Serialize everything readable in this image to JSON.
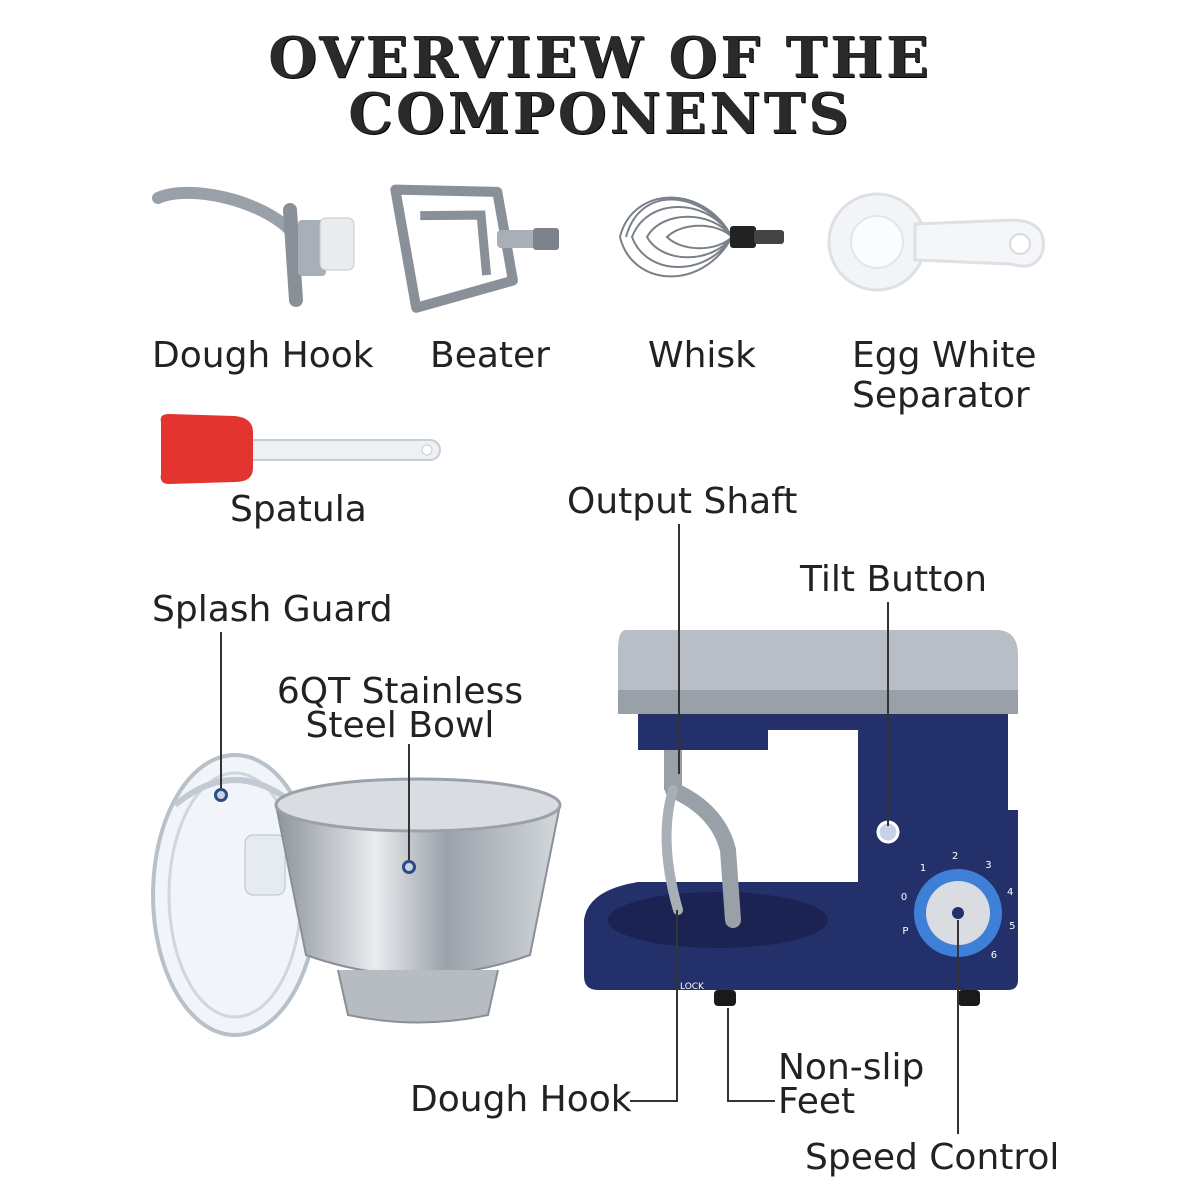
{
  "title": {
    "line1": "OVERVIEW OF THE",
    "line2": "COMPONENTS"
  },
  "accessories": {
    "dough_hook": "Dough Hook",
    "beater": "Beater",
    "whisk": "Whisk",
    "egg_separator_line1": "Egg White",
    "egg_separator_line2": "Separator",
    "spatula": "Spatula"
  },
  "callouts": {
    "output_shaft": "Output Shaft",
    "tilt_button": "Tilt Button",
    "splash_guard": "Splash Guard",
    "bowl_line1": "6QT Stainless",
    "bowl_line2": "Steel Bowl",
    "dough_hook": "Dough Hook",
    "non_slip_line1": "Non-slip",
    "non_slip_line2": "Feet",
    "speed_control": "Speed Control"
  },
  "mixer": {
    "lock_label": "LOCK",
    "dial_marks": [
      "P",
      "0",
      "1",
      "2",
      "3",
      "4",
      "5",
      "6"
    ]
  },
  "colors": {
    "mixer_body": "#23306a",
    "mixer_head": "#b9bec6",
    "spatula_head": "#e3342f",
    "dial_ring": "#3f7fd8"
  },
  "icons": [
    "dough-hook-icon",
    "beater-icon",
    "whisk-icon",
    "egg-separator-icon",
    "spatula-icon",
    "splash-guard-image",
    "bowl-image",
    "stand-mixer-image"
  ]
}
